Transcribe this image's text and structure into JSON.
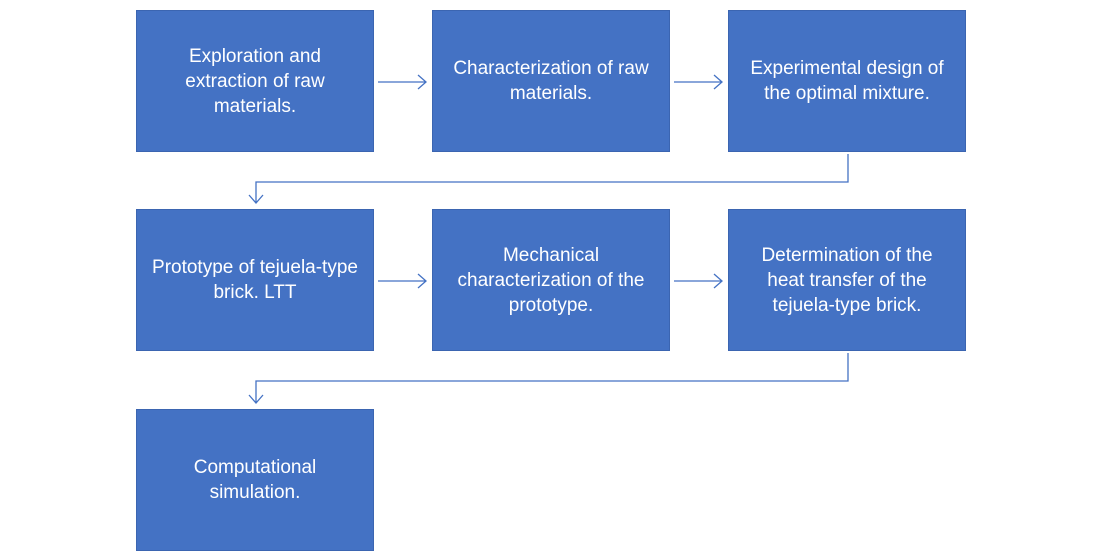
{
  "steps": [
    {
      "label": "Exploration and extraction of raw materials."
    },
    {
      "label": "Characterization of raw materials."
    },
    {
      "label": "Experimental design of the optimal mixture."
    },
    {
      "label": "Prototype of tejuela-type brick. LTT"
    },
    {
      "label": "Mechanical characterization of the prototype."
    },
    {
      "label": "Determination of the heat transfer of the tejuela-type brick."
    },
    {
      "label": "Computational simulation."
    }
  ],
  "colors": {
    "box_fill": "#4472c4",
    "box_text": "#ffffff",
    "connector": "#4472c4"
  }
}
